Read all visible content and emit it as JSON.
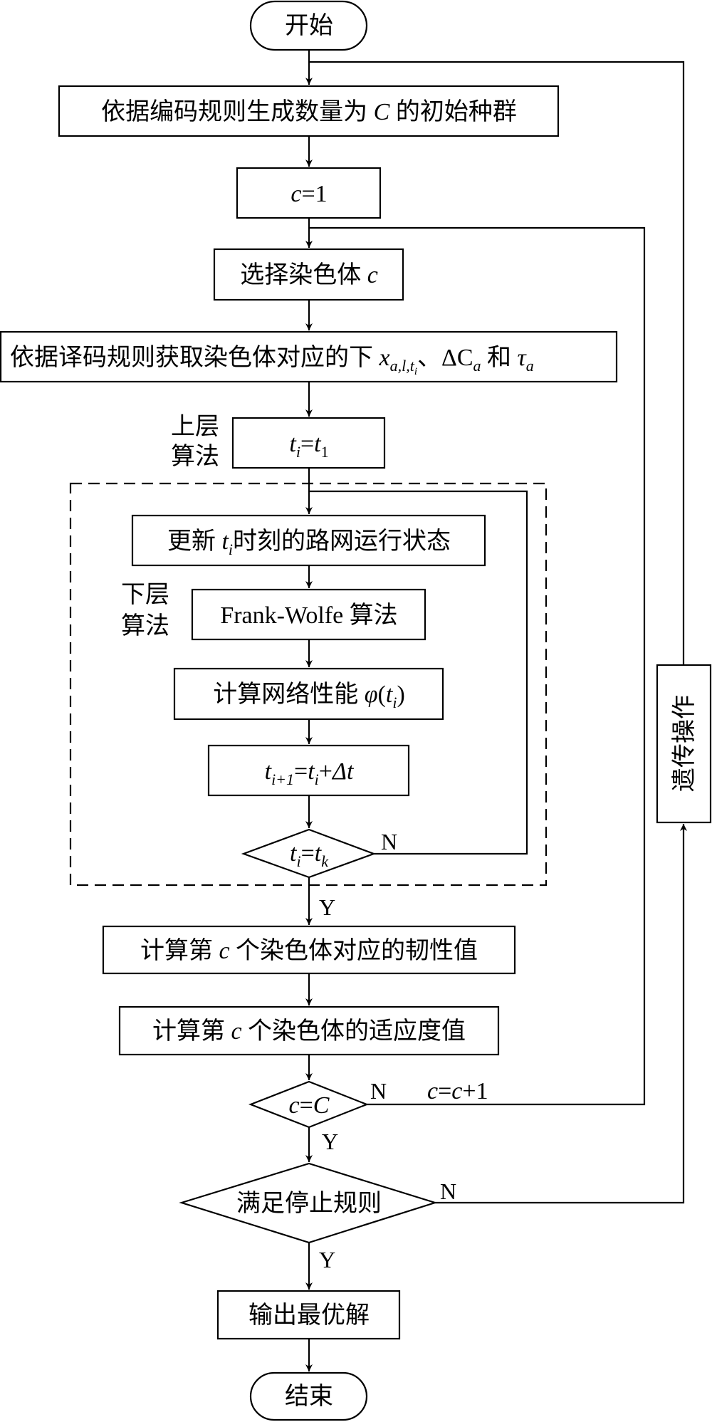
{
  "diagram": {
    "type": "flowchart",
    "nodes": {
      "start": "开始",
      "init_population": {
        "prefix": "依据编码规则生成数量为 ",
        "var": "C",
        "suffix": " 的初始种群"
      },
      "c_init": {
        "var": "c",
        "eq": "=",
        "val": "1"
      },
      "select": {
        "prefix": "选择染色体 ",
        "var": "c"
      },
      "decode": {
        "prefix": "依据译码规则获取染色体对应的下 ",
        "x": "x",
        "x_sub": "a,l,t",
        "x_subsub": "i",
        "sep": "、",
        "delta": "ΔC",
        "delta_sub": "a",
        "and": " 和 ",
        "tau": "τ",
        "tau_sub": "a"
      },
      "upper_label": [
        "上层",
        "算法"
      ],
      "t_init": {
        "lhs": "t",
        "lhs_sub": "i",
        "eq": "=",
        "rhs": "t",
        "rhs_sub": "1"
      },
      "update": {
        "prefix": "更新 ",
        "var": "t",
        "var_sub": "i",
        "suffix": "时刻的路网运行状态"
      },
      "lower_label": [
        "下层",
        "算法"
      ],
      "frank_wolfe": "Frank-Wolfe 算法",
      "net_perf": {
        "prefix": "计算网络性能 ",
        "phi": "φ",
        "open": "(",
        "var": "t",
        "var_sub": "i",
        "close": ")"
      },
      "t_step": {
        "lhs": "t",
        "lhs_sub": "i+1",
        "eq": "=",
        "rhs": "t",
        "rhs_sub": "i",
        "plus": "+",
        "delta": "Δt"
      },
      "t_check": {
        "lhs": "t",
        "lhs_sub": "i",
        "eq": "=",
        "rhs": "t",
        "rhs_sub": "k"
      },
      "toughness": {
        "prefix": "计算第 ",
        "var": "c",
        "suffix": " 个染色体对应的韧性值"
      },
      "fitness": {
        "prefix": "计算第 ",
        "var": "c",
        "suffix": " 个染色体的适应度值"
      },
      "c_check": {
        "lhs": "c",
        "eq": "=",
        "rhs": "C"
      },
      "c_increment": {
        "lhs": "c",
        "eq": "=",
        "rhs": "c",
        "plus": "+",
        "val": "1"
      },
      "stop_check": "满足停止规则",
      "genetic": "遗传操作",
      "output": "输出最优解",
      "end": "结束"
    },
    "branch_labels": {
      "yes": "Y",
      "no": "N"
    }
  }
}
